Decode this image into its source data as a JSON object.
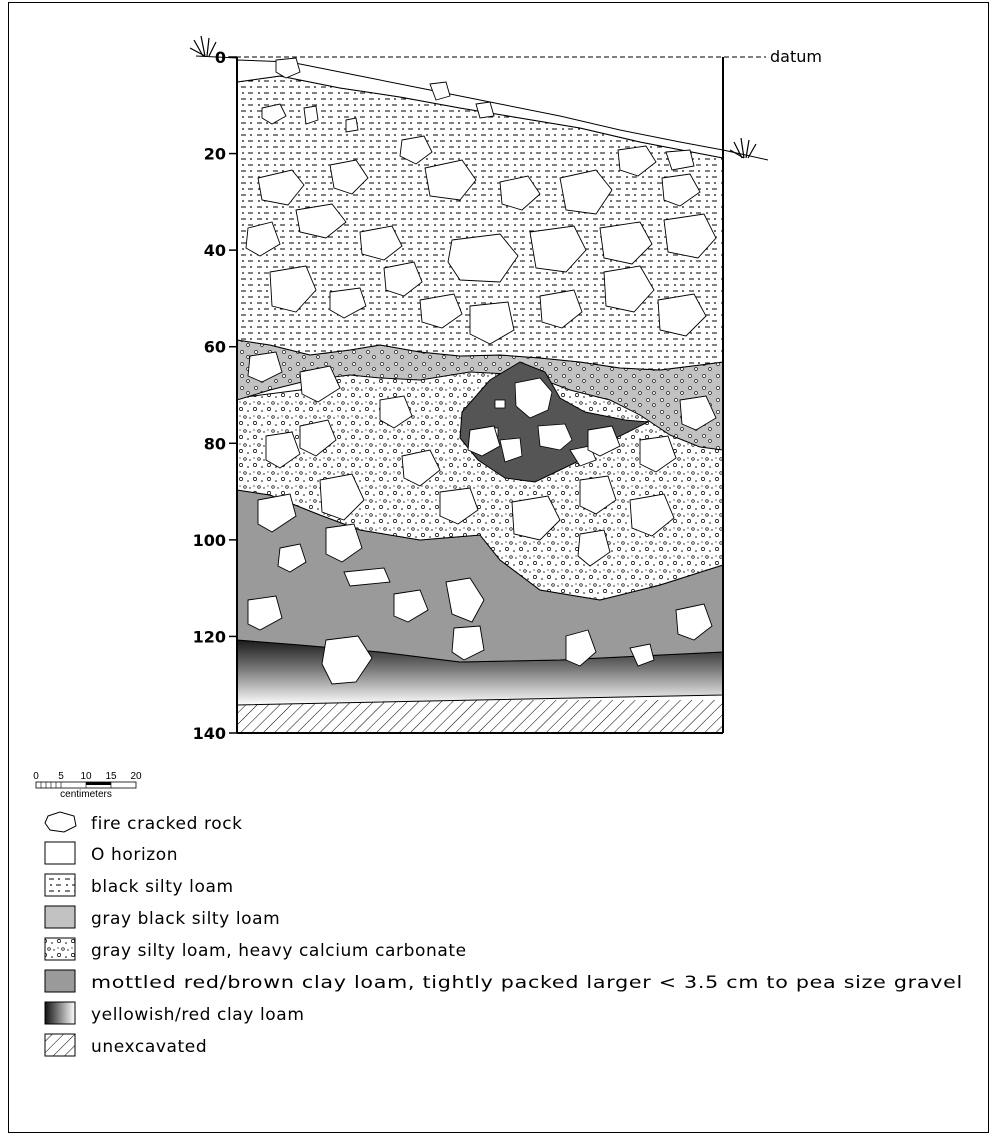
{
  "profile": {
    "datum_label": "datum",
    "depth_ticks": [
      "0",
      "20",
      "40",
      "60",
      "80",
      "100",
      "120",
      "140"
    ]
  },
  "scale_bar": {
    "ticks": [
      "0",
      "5",
      "10",
      "15",
      "20"
    ],
    "unit": "centimeters"
  },
  "legend": {
    "items": [
      {
        "key": "fcr",
        "label": "fire cracked rock"
      },
      {
        "key": "o-horizon",
        "label": "O horizon"
      },
      {
        "key": "black-silty-loam",
        "label": "black silty loam"
      },
      {
        "key": "gray-black-silty-loam",
        "label": "gray black silty loam"
      },
      {
        "key": "gray-silty-loam",
        "label": "gray silty loam, heavy calcium carbonate"
      },
      {
        "key": "mottled-clay-loam",
        "label": "mottled red/brown clay loam, tightly packed larger < 3.5 cm to pea size gravel"
      },
      {
        "key": "yellowish-clay-loam",
        "label": "yellowish/red clay loam"
      },
      {
        "key": "unexcavated",
        "label": "unexcavated"
      }
    ]
  },
  "colors": {
    "gray_black_silty_loam": "#c2c2c2",
    "mottled_clay_loam": "#9a9a9a",
    "dark_pocket": "#555555",
    "line": "#000000"
  }
}
